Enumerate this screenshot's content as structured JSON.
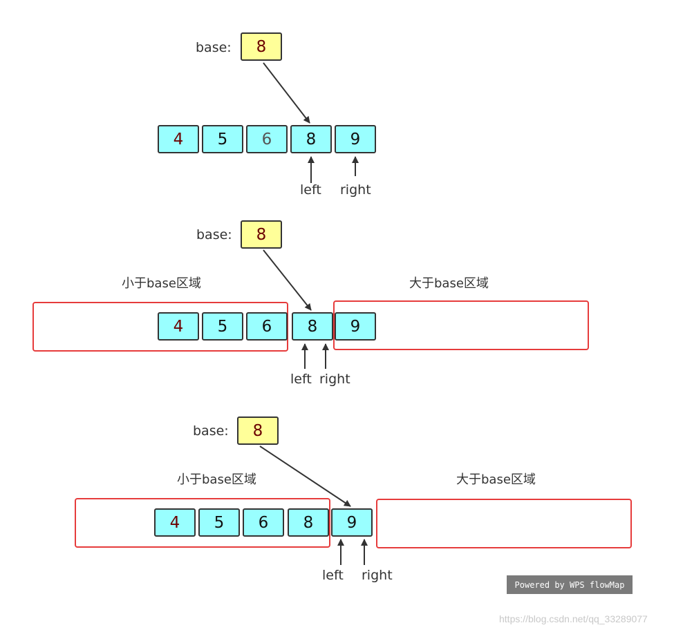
{
  "labels": {
    "base": "base:",
    "left": "left",
    "right": "right",
    "less_region": "小于base区域",
    "greater_region": "大于base区域"
  },
  "panels": [
    {
      "base_value": "8",
      "cells": [
        "4",
        "5",
        "6",
        "8",
        "9"
      ]
    },
    {
      "base_value": "8",
      "cells": [
        "4",
        "5",
        "6",
        "8",
        "9"
      ]
    },
    {
      "base_value": "8",
      "cells": [
        "4",
        "5",
        "6",
        "8",
        "9"
      ]
    }
  ],
  "footer": {
    "powered_by": "Powered by WPS flowMap",
    "watermark": "https://blog.csdn.net/qq_33289077"
  },
  "colors": {
    "cell_fill": "#99ffff",
    "base_fill": "#ffff99",
    "region_border": "#e63b3b",
    "stroke": "#333333"
  }
}
